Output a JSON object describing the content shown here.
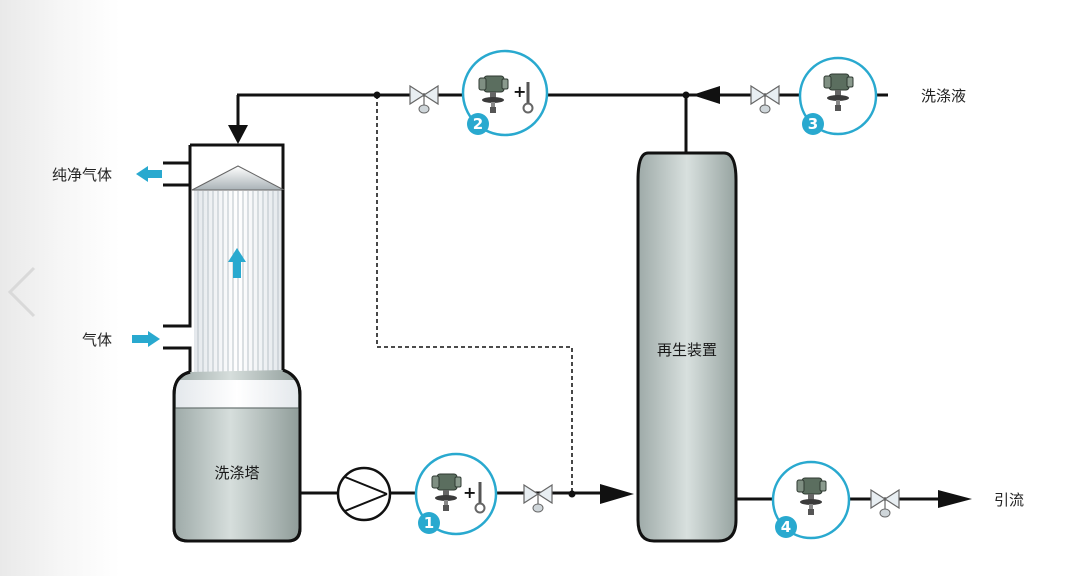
{
  "labels": {
    "pure_gas": "纯净气体",
    "gas": "气体",
    "scrubber": "洗涤塔",
    "regenerator": "再生装置",
    "wash_liquid": "洗涤液",
    "drain": "引流"
  },
  "instruments": [
    {
      "number": "1"
    },
    {
      "number": "2"
    },
    {
      "number": "3"
    },
    {
      "number": "4"
    }
  ],
  "colors": {
    "accent": "#29a9cf",
    "pipe": "#111111",
    "vessel_liquid": "#bcc6c4",
    "vessel_fill": "#dfe6e4"
  },
  "icons": {
    "nav_left": "chevron-left-icon",
    "valve": "valve-icon",
    "pump": "pump-icon",
    "transmitter": "level-transmitter-icon",
    "probe": "probe-icon",
    "flow_arrow": "arrow-icon"
  }
}
